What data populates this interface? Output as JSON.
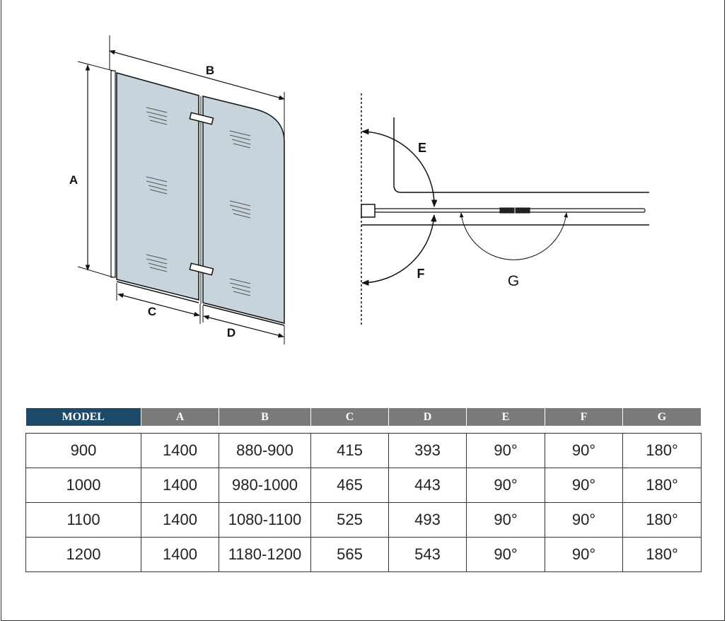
{
  "diagram": {
    "front_view_labels": [
      "A",
      "B",
      "C",
      "D"
    ],
    "top_view_labels": [
      "E",
      "F",
      "G"
    ]
  },
  "table": {
    "headers": [
      "MODEL",
      "A",
      "B",
      "C",
      "D",
      "E",
      "F",
      "G"
    ],
    "rows": [
      [
        "900",
        "1400",
        "880-900",
        "415",
        "393",
        "90°",
        "90°",
        "180°"
      ],
      [
        "1000",
        "1400",
        "980-1000",
        "465",
        "443",
        "90°",
        "90°",
        "180°"
      ],
      [
        "1100",
        "1400",
        "1080-1100",
        "525",
        "493",
        "90°",
        "90°",
        "180°"
      ],
      [
        "1200",
        "1400",
        "1180-1200",
        "565",
        "543",
        "90°",
        "90°",
        "180°"
      ]
    ]
  },
  "colors": {
    "header_model_bg": "#1c4a68",
    "header_bg": "#7a7a7a",
    "glass": "#c8d4dc",
    "line": "#111111"
  }
}
